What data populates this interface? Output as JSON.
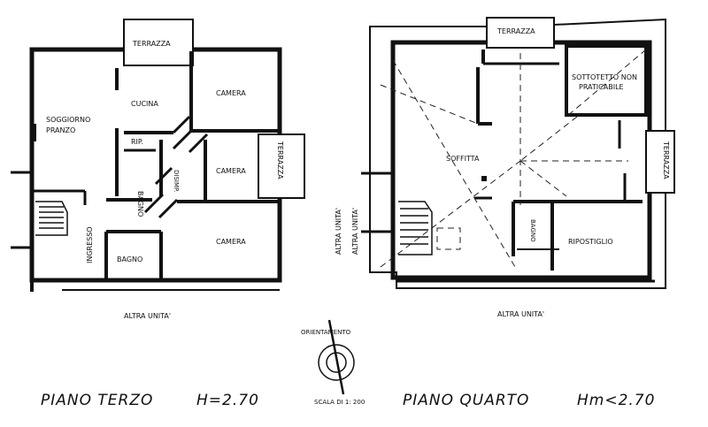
{
  "plan_left": {
    "rooms": {
      "terrazza_top": "TERRAZZA",
      "camera_top": "CAMERA",
      "cucina": "CUCINA",
      "soggiorno_line1": "SOGGIORNO",
      "soggiorno_line2": "PRANZO",
      "rip": "RIP.",
      "bagno_v": "BAGNO",
      "disimp": "DISIMP.",
      "camera_mid": "CAMERA",
      "terrazza_side": "TERRAZZA",
      "ingresso": "INGRESSO",
      "camera_bottom": "CAMERA",
      "bagno_bottom": "BAGNO"
    },
    "side_label": "ALTRA UNITA'",
    "bottom_label": "ALTRA UNITA'"
  },
  "plan_right": {
    "rooms": {
      "terrazza_top": "TERRAZZA",
      "sottotetto_line1": "SOTTOTETTO NON",
      "sottotetto_line2": "PRATICABILE",
      "soffitta": "SOFFITTA",
      "terrazza_side": "TERRAZZA",
      "bagno_v": "BAGNO",
      "ripostiglio": "RIPOSTIGLIO"
    },
    "side_label": "ALTRA UNITA'",
    "bottom_label": "ALTRA UNITA'"
  },
  "compass": {
    "label": "ORIENTAMENTO",
    "scale": "SCALA DI 1: 200"
  },
  "footer": {
    "piano_terzo": "PIANO  TERZO",
    "h_terzo": "H=2.70",
    "piano_quarto": "PIANO  QUARTO",
    "h_quarto": "Hm<2.70"
  }
}
